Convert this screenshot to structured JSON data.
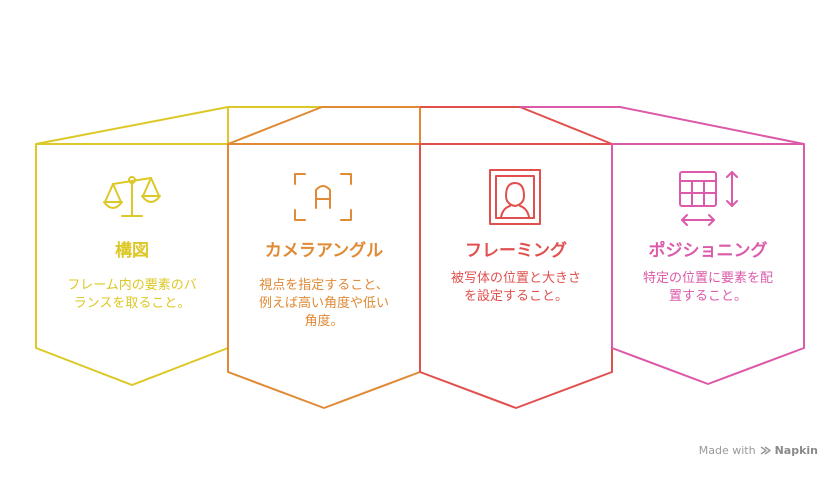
{
  "colors": {
    "step1": "#dcc826",
    "step2": "#e08a35",
    "step3": "#e0504e",
    "step4": "#db5aa9",
    "watermark": "#9a9a9a"
  },
  "steps": [
    {
      "title": "構図",
      "description": "フレーム内の要素のバランスを取ること。",
      "icon": "scale-icon",
      "color": "#dcc826"
    },
    {
      "title": "カメラアングル",
      "description": "視点を指定すること、例えば高い角度や低い角度。",
      "icon": "focus-frame-icon",
      "color": "#e08a35"
    },
    {
      "title": "フレーミング",
      "description": "被写体の位置と大きさを設定すること。",
      "icon": "portrait-icon",
      "color": "#e0504e"
    },
    {
      "title": "ポジショニング",
      "description": "特定の位置に要素を配置すること。",
      "icon": "grid-arrows-icon",
      "color": "#db5aa9"
    }
  ],
  "watermark": {
    "prefix": "Made with",
    "brand": "Napkin"
  }
}
